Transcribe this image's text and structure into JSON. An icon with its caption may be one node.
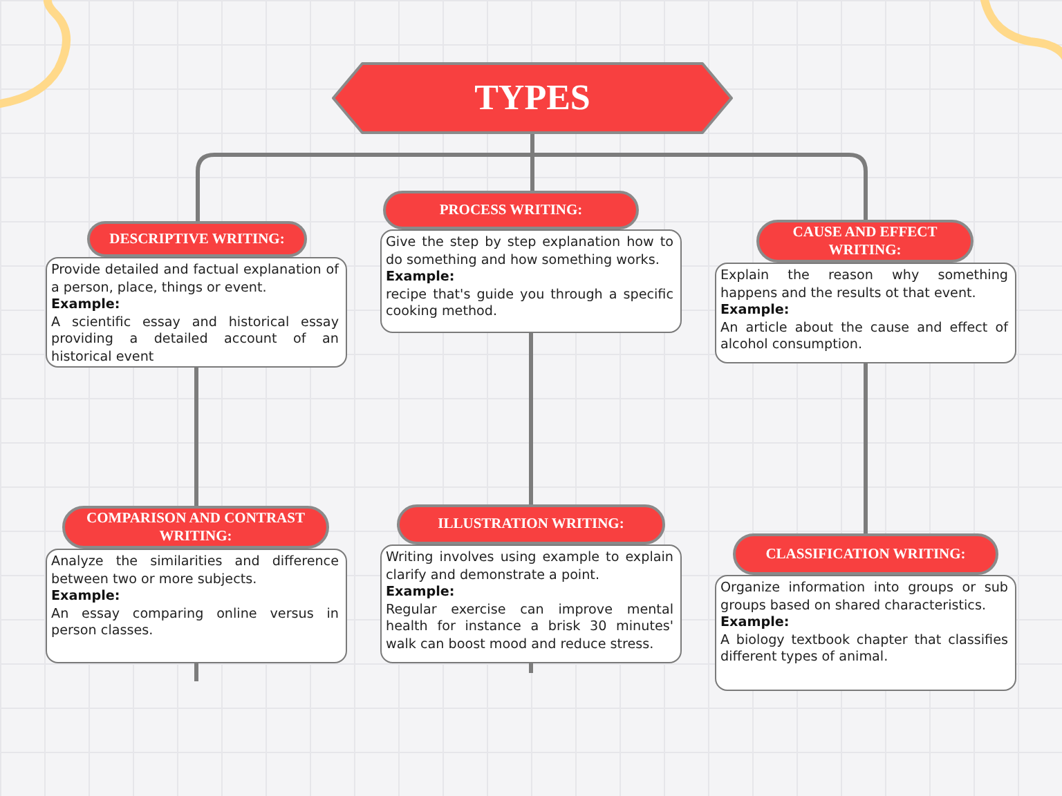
{
  "diagram": {
    "nodes": [
      {
        "text": [
          "TYPES"
        ]
      },
      {
        "text": [
          "DESCRIPTIVE WRITING:"
        ]
      },
      {
        "text": [
          "Provide detailed and factual explanation of a person, place, things or event.",
          "Example:",
          "A scientific essay and historical essay providing a detailed account of an historical event"
        ]
      },
      {
        "text": [
          "PROCESS WRITING:"
        ]
      },
      {
        "text": [
          "Give the step by step explanation how to do something and how something works.",
          "Example:",
          "recipe that's guide you through a specific cooking method."
        ]
      },
      {
        "text": [
          "CAUSE AND EFFECT WRITING:"
        ]
      },
      {
        "text": [
          "Explain the reason why something happens and the results ot that event.",
          "Example:",
          "An article about the cause and effect of alcohol consumption."
        ]
      },
      {
        "text": [
          "COMPARISON AND CONTRAST WRITING:"
        ]
      },
      {
        "text": [
          "Analyze the similarities and difference between two or more subjects.",
          "Example:",
          "An essay comparing online versus in person classes."
        ]
      },
      {
        "text": [
          "ILLUSTRATION WRITING:"
        ]
      },
      {
        "text": [
          "Writing involves using example to explain clarify and demonstrate a point.",
          "Example:",
          "Regular exercise can improve mental health for instance a brisk 30 minutes' walk can boost mood and reduce stress."
        ]
      },
      {
        "text": [
          "CLASSIFICATION WRITING:"
        ]
      },
      {
        "text": [
          "Organize information into groups or sub groups based on shared characteristics.",
          "Example:",
          "A biology textbook chapter that classifies different types of animal."
        ]
      }
    ],
    "edges": [
      {
        "from": 0,
        "to": 1,
        "arrow": "none"
      },
      {
        "from": 0,
        "to": 3,
        "arrow": "none"
      },
      {
        "from": 0,
        "to": 5,
        "arrow": "none"
      },
      {
        "from": 2,
        "to": 7,
        "arrow": "none"
      },
      {
        "from": 4,
        "to": 9,
        "arrow": "none"
      },
      {
        "from": 6,
        "to": 11,
        "arrow": "none"
      },
      {
        "from": 8,
        "to": null,
        "arrow": "none"
      },
      {
        "from": 10,
        "to": null,
        "arrow": "none"
      }
    ]
  }
}
